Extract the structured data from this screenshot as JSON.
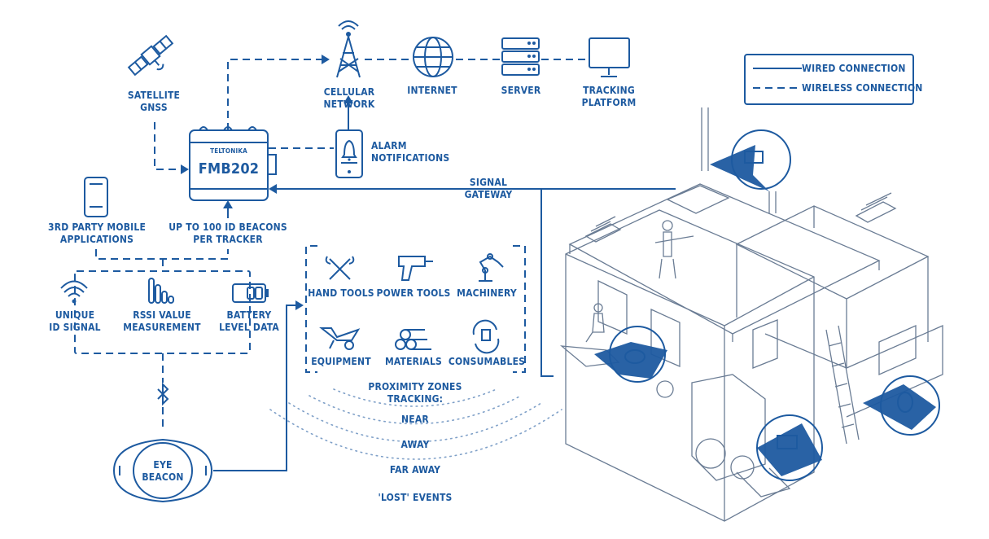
{
  "legend": {
    "wired": "WIRED CONNECTION",
    "wireless": "WIRELESS CONNECTION"
  },
  "nodes": {
    "satellite": "SATELLITE\nGNSS",
    "cellular": "CELLULAR\nNETWORK",
    "internet": "INTERNET",
    "server": "SERVER",
    "tracking": "TRACKING\nPLATFORM",
    "alarm": "ALARM\nNOTIFICATIONS",
    "signal_gateway": "SIGNAL\nGATEWAY",
    "mobile_apps": "3RD PARTY MOBILE\nAPPLICATIONS",
    "beacons_per_tracker": "UP TO 100 ID BEACONS\nPER TRACKER"
  },
  "device": {
    "brand": "TELTONIKA",
    "model": "FMB202"
  },
  "beacon_data": {
    "unique_id": "UNIQUE\nID SIGNAL",
    "rssi": "RSSI VALUE\nMEASUREMENT",
    "battery": "BATTERY\nLEVEL DATA"
  },
  "eye_beacon": "EYE\nBEACON",
  "assets": {
    "hand_tools": "HAND TOOLS",
    "power_tools": "POWER TOOLS",
    "machinery": "MACHINERY",
    "equipment": "EQUIPMENT",
    "materials": "MATERIALS",
    "consumables": "CONSUMABLES"
  },
  "proximity": {
    "title": "PROXIMITY ZONES\nTRACKING:",
    "near": "NEAR",
    "away": "AWAY",
    "far_away": "FAR AWAY",
    "lost": "'LOST' EVENTS"
  },
  "colors": {
    "primary": "#1d5aa0",
    "line_art": "#6a7c94",
    "background": "#ffffff"
  }
}
